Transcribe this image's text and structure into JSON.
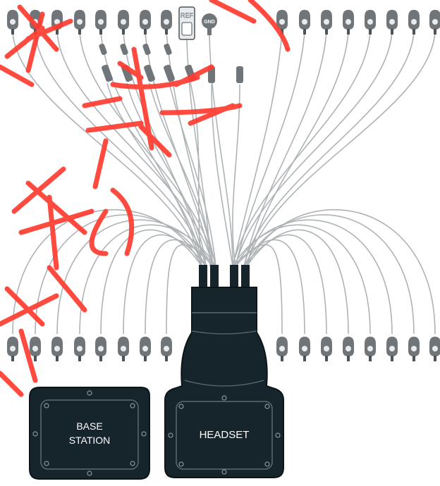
{
  "diagram": {
    "ref_label": "REF",
    "gnd_label": "GND",
    "base_station_line1": "BASE",
    "base_station_line2": "STATION",
    "headset_label": "HEADSET",
    "watermark_text": "黑 要 来 先 预 流"
  },
  "colors": {
    "background": "#ffffff",
    "wire": "#aeb3b6",
    "electrode": "#6f7578",
    "electrode_dark": "#4d5356",
    "device_fill": "#16242c",
    "device_stroke": "#0b151a",
    "device_inner_line": "#5c6a71",
    "device_text": "#ffffff",
    "ref_fill": "#e9ecee",
    "watermark": "#ff3b30"
  }
}
